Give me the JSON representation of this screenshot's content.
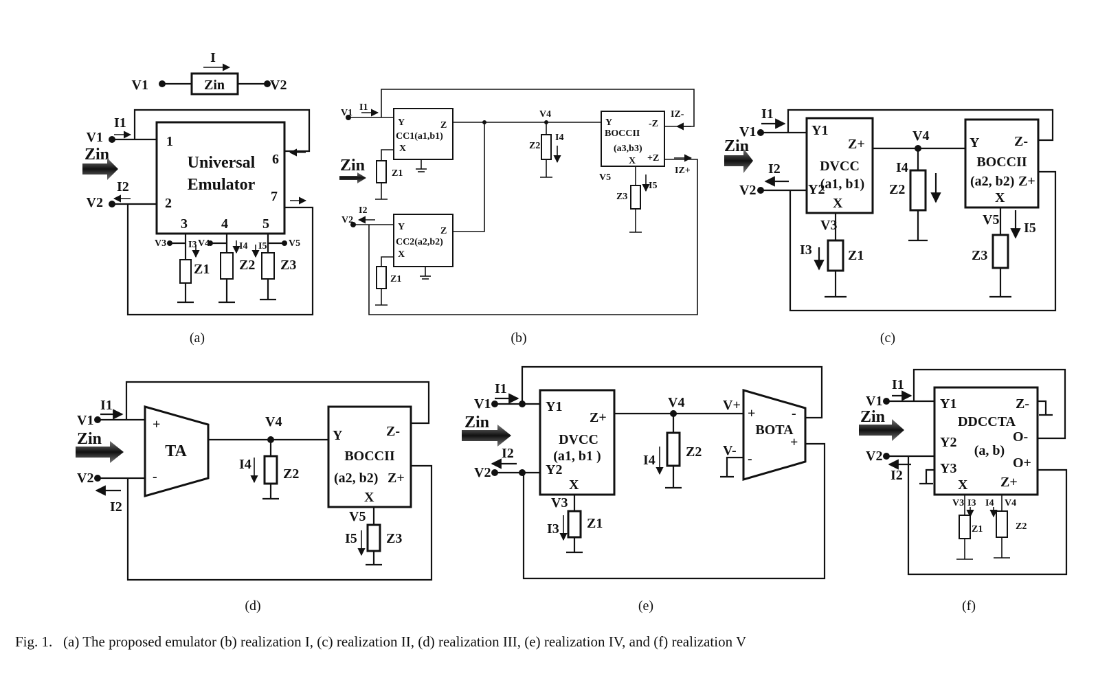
{
  "figure": {
    "caption": "Fig. 1.   (a) The proposed emulator (b) realization I, (c) realization II, (d) realization III, (e) realization IV, and (f) realization V",
    "panels": {
      "a": {
        "label": "(a)",
        "block": [
          "Universal",
          "Emulator"
        ],
        "pins": [
          "1",
          "2",
          "3",
          "4",
          "5",
          "6",
          "7"
        ],
        "zin": "Zin",
        "v1": "V1",
        "v2": "V2",
        "i": "I",
        "i1": "I1",
        "i2": "I2",
        "v3": "V3",
        "v4": "V4",
        "v5": "V5",
        "i3": "I3",
        "i4": "I4",
        "i5": "I5",
        "z1": "Z1",
        "z2": "Z2",
        "z3": "Z3"
      },
      "b": {
        "label": "(b)",
        "cc1": "CC1(a1,b1)",
        "cc2": "CC2(a2,b2)",
        "boccii": [
          "BOCCII",
          "(a3,b3)"
        ],
        "y": "Y",
        "x": "X",
        "z": "Z",
        "zminus": "-Z",
        "zplus": "+Z",
        "izm": "IZ-",
        "izp": "IZ+",
        "v1": "V1",
        "v2": "V2",
        "v4": "V4",
        "v5": "V5",
        "i1": "I1",
        "i2": "I2",
        "i4": "I4",
        "i5": "I5",
        "zin": "Zin",
        "z1": "Z1",
        "z2": "Z2",
        "z3": "Z3"
      },
      "c": {
        "label": "(c)",
        "dvcc": [
          "DVCC",
          "(a1, b1)"
        ],
        "boccii": [
          "BOCCII",
          "(a2, b2)"
        ],
        "y1": "Y1",
        "y2": "Y2",
        "x": "X",
        "zp": "Z+",
        "zm": "Z-",
        "y": "Y",
        "v1": "V1",
        "v2": "V2",
        "v3": "V3",
        "v4": "V4",
        "v5": "V5",
        "i1": "I1",
        "i2": "I2",
        "i3": "I3",
        "i4": "I4",
        "i5": "I5",
        "zin": "Zin",
        "z1": "Z1",
        "z2": "Z2",
        "z3": "Z3"
      },
      "d": {
        "label": "(d)",
        "ta": "TA",
        "boccii": [
          "BOCCII",
          "(a2, b2)"
        ],
        "plus": "+",
        "minus": "-",
        "y": "Y",
        "x": "X",
        "zm": "Z-",
        "zp": "Z+",
        "v1": "V1",
        "v2": "V2",
        "v4": "V4",
        "v5": "V5",
        "i1": "I1",
        "i2": "I2",
        "i4": "I4",
        "i5": "I5",
        "zin": "Zin",
        "z2": "Z2",
        "z3": "Z3"
      },
      "e": {
        "label": "(e)",
        "dvcc": [
          "DVCC",
          "(a1, b1 )"
        ],
        "bota": "BOTA",
        "y1": "Y1",
        "y2": "Y2",
        "x": "X",
        "zp": "Z+",
        "vp": "V+",
        "vm": "V-",
        "plus": "+",
        "minus": "-",
        "v1": "V1",
        "v2": "V2",
        "v3": "V3",
        "v4": "V4",
        "i1": "I1",
        "i2": "I2",
        "i3": "I3",
        "i4": "I4",
        "zin": "Zin",
        "z1": "Z1",
        "z2": "Z2"
      },
      "f": {
        "label": "(f)",
        "ddccta": [
          "DDCCTA",
          "(a, b)"
        ],
        "y1": "Y1",
        "y2": "Y2",
        "y3": "Y3",
        "x": "X",
        "zm": "Z-",
        "zp": "Z+",
        "om": "O-",
        "op": "O+",
        "v1": "V1",
        "v2": "V2",
        "v3": "V3",
        "v4": "V4",
        "i1": "I1",
        "i2": "I2",
        "i3": "I3",
        "i4": "I4",
        "zin": "Zin",
        "z1": "Z1",
        "z2": "Z2"
      }
    }
  }
}
